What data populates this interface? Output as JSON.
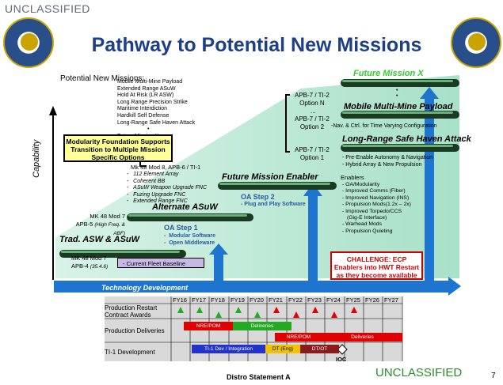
{
  "slide": {
    "classification_top": "UNCLASSIFIED",
    "classification_bottom": "UNCLASSIFIED",
    "title": "Pathway to Potential New Missions",
    "page_number": "7",
    "distro": "Distro Statement A"
  },
  "potential_new_missions": {
    "heading": "Potential New Missions:",
    "items": [
      "Mobile Multi-Mine Payload",
      "Extended Range ASuW",
      "Hold At Risk (LR ASW)",
      "Long Range Precision Strike",
      "Maritime Interdiction",
      "Hardkill Self Defense",
      "Long-Range Safe Haven Attack",
      "•",
      "Future Mission X"
    ]
  },
  "capability_label": "Capability",
  "modularity_box": "Modularity Foundation Supports Transition to Multiple Mission Specific Options",
  "mk48_apb6": {
    "heading": "Mk 48 Mod 8, APB-6 / TI-1",
    "items": [
      "112 Element Array",
      "Coherent BB",
      "ASuW Weapon Upgrade FNC",
      "Fuzing Upgrade FNC",
      "Extended Range  FNC"
    ]
  },
  "alternate_asuw": "Alternate ASuW",
  "mk48_mod7_apb5": {
    "line1": "MK 48 Mod 7",
    "line2": "APB-5",
    "line2_suffix": "(High Freq. & ABF)"
  },
  "oa_step1": {
    "heading": "OA Step 1",
    "items": [
      "Modular Software",
      "Open Middleware"
    ]
  },
  "trad_asw": "Trad. ASW & ASuW",
  "mk48_mod7_apb4": {
    "line1": "MK 48 Mod 7",
    "line2": "APB-4",
    "line2_suffix": "(35.4.6)"
  },
  "fleet_baseline": "-  Current Fleet Baseline",
  "future_mission_enabler": "Future Mission Enabler",
  "oa_step2": {
    "heading": "OA Step 2",
    "item": "- Plug and Play Software"
  },
  "future_mission_x": "Future Mission X",
  "mobile_multi_mine": "Mobile Multi-Mine Payload",
  "long_range_safe_haven": "Long-Range Safe Haven Attack",
  "apb7_options": {
    "opt_n": [
      "APB-7 / TI-2",
      "Option N"
    ],
    "dots": "...",
    "opt2": [
      "APB-7 / TI-2",
      "Option 2"
    ],
    "opt1": [
      "APB-7 / TI-2",
      "Option 1"
    ]
  },
  "nav_ctrl_note": "-Nav. & Ctrl. for Time Varying Configuration",
  "safe_haven_items": [
    "- Pre-Enable Autonomy & Navigation",
    "- Hybrid Array & New Propulsion"
  ],
  "enablers": {
    "heading": "Enablers",
    "items": [
      "- OA/Modularity",
      "- Improved Comms (Fiber)",
      "- Improved Navigation (INS)",
      "- Propulsion Mods(1.2x – 2x)",
      "- Improved Torpedo/CCS",
      "   (Gig-E Interface)",
      "- Warhead Mods",
      "- Propulsion Quieting"
    ]
  },
  "challenge": "CHALLENGE: ECP Enablers into HWT Restart as they become available",
  "technology_development": "Technology Development",
  "timeline": {
    "fiscal_years": [
      "FY16",
      "FY17",
      "FY18",
      "FY19",
      "FY20",
      "FY21",
      "FY22",
      "FY23",
      "FY24",
      "FY25",
      "FY26",
      "FY27"
    ],
    "rows": {
      "restart": "Production Restart Contract Awards",
      "deliveries": "Production Deliveries",
      "ti1": "TI-1 Development"
    },
    "bars": {
      "nre_pom_1": "NRE/POM",
      "deliveries_1": "Deliveries",
      "nre_pom_2": "NRE/POM",
      "deliveries_2": "Deliveries",
      "ti1_dev": "TI-1 Dev / Integration",
      "dt_eng": "DT (Eng)",
      "dt_ot": "DT/OT"
    },
    "ioc": "IOC"
  },
  "colors": {
    "title_blue": "#1d3f86",
    "green": "#2d8a2d",
    "teal_fill": "#b7e8d6",
    "tech_blue": "#1e75d0",
    "challenge_red": "#cc0000",
    "nre_red": "#e00000",
    "deliv_green": "#22aa22",
    "ti1_blue": "#2233cc",
    "dt_eng_yellow": "#f2c200",
    "dt_ot_darkred": "#8b1a1a"
  }
}
